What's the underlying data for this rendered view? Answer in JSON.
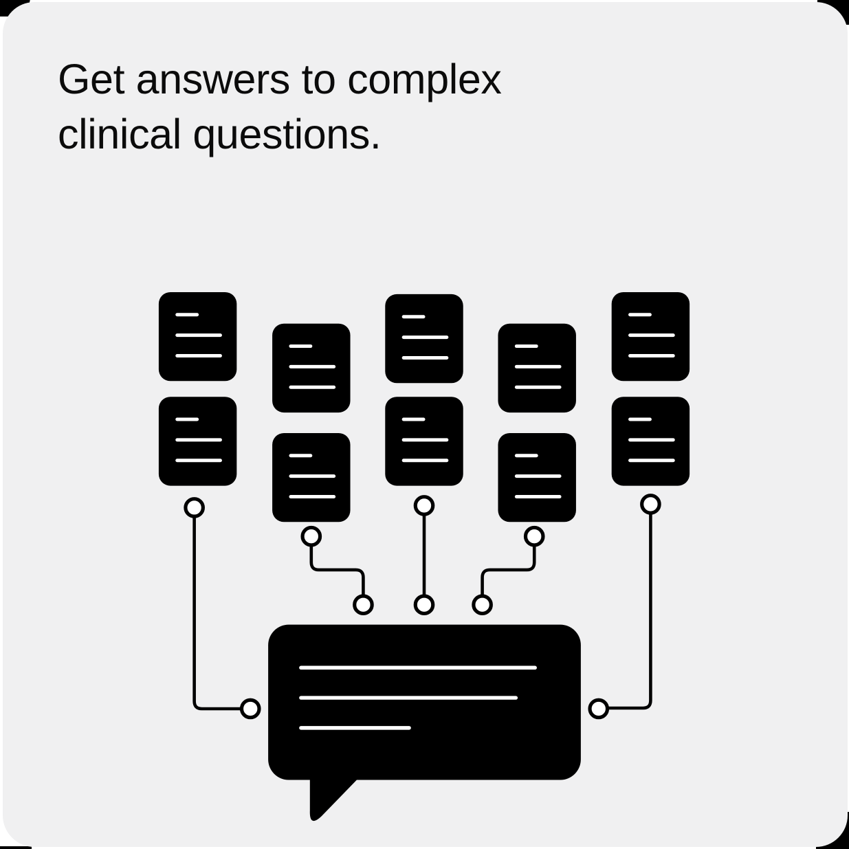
{
  "page": {
    "background_color": "#ffffff",
    "adjacent_corner_color": "#000000"
  },
  "card": {
    "title": "Get answers to complex clinical questions.",
    "background_color": "#f0f0f1",
    "title_color": "#0b0b0b"
  },
  "illustration": {
    "ink_color": "#000000",
    "paper_line_color": "#ffffff",
    "icons": [
      "document-icon",
      "connector-line",
      "connector-node-icon",
      "speech-bubble-icon"
    ],
    "document_count": 10,
    "connector_node_count": 10,
    "bubble_text_line_count": 3
  }
}
